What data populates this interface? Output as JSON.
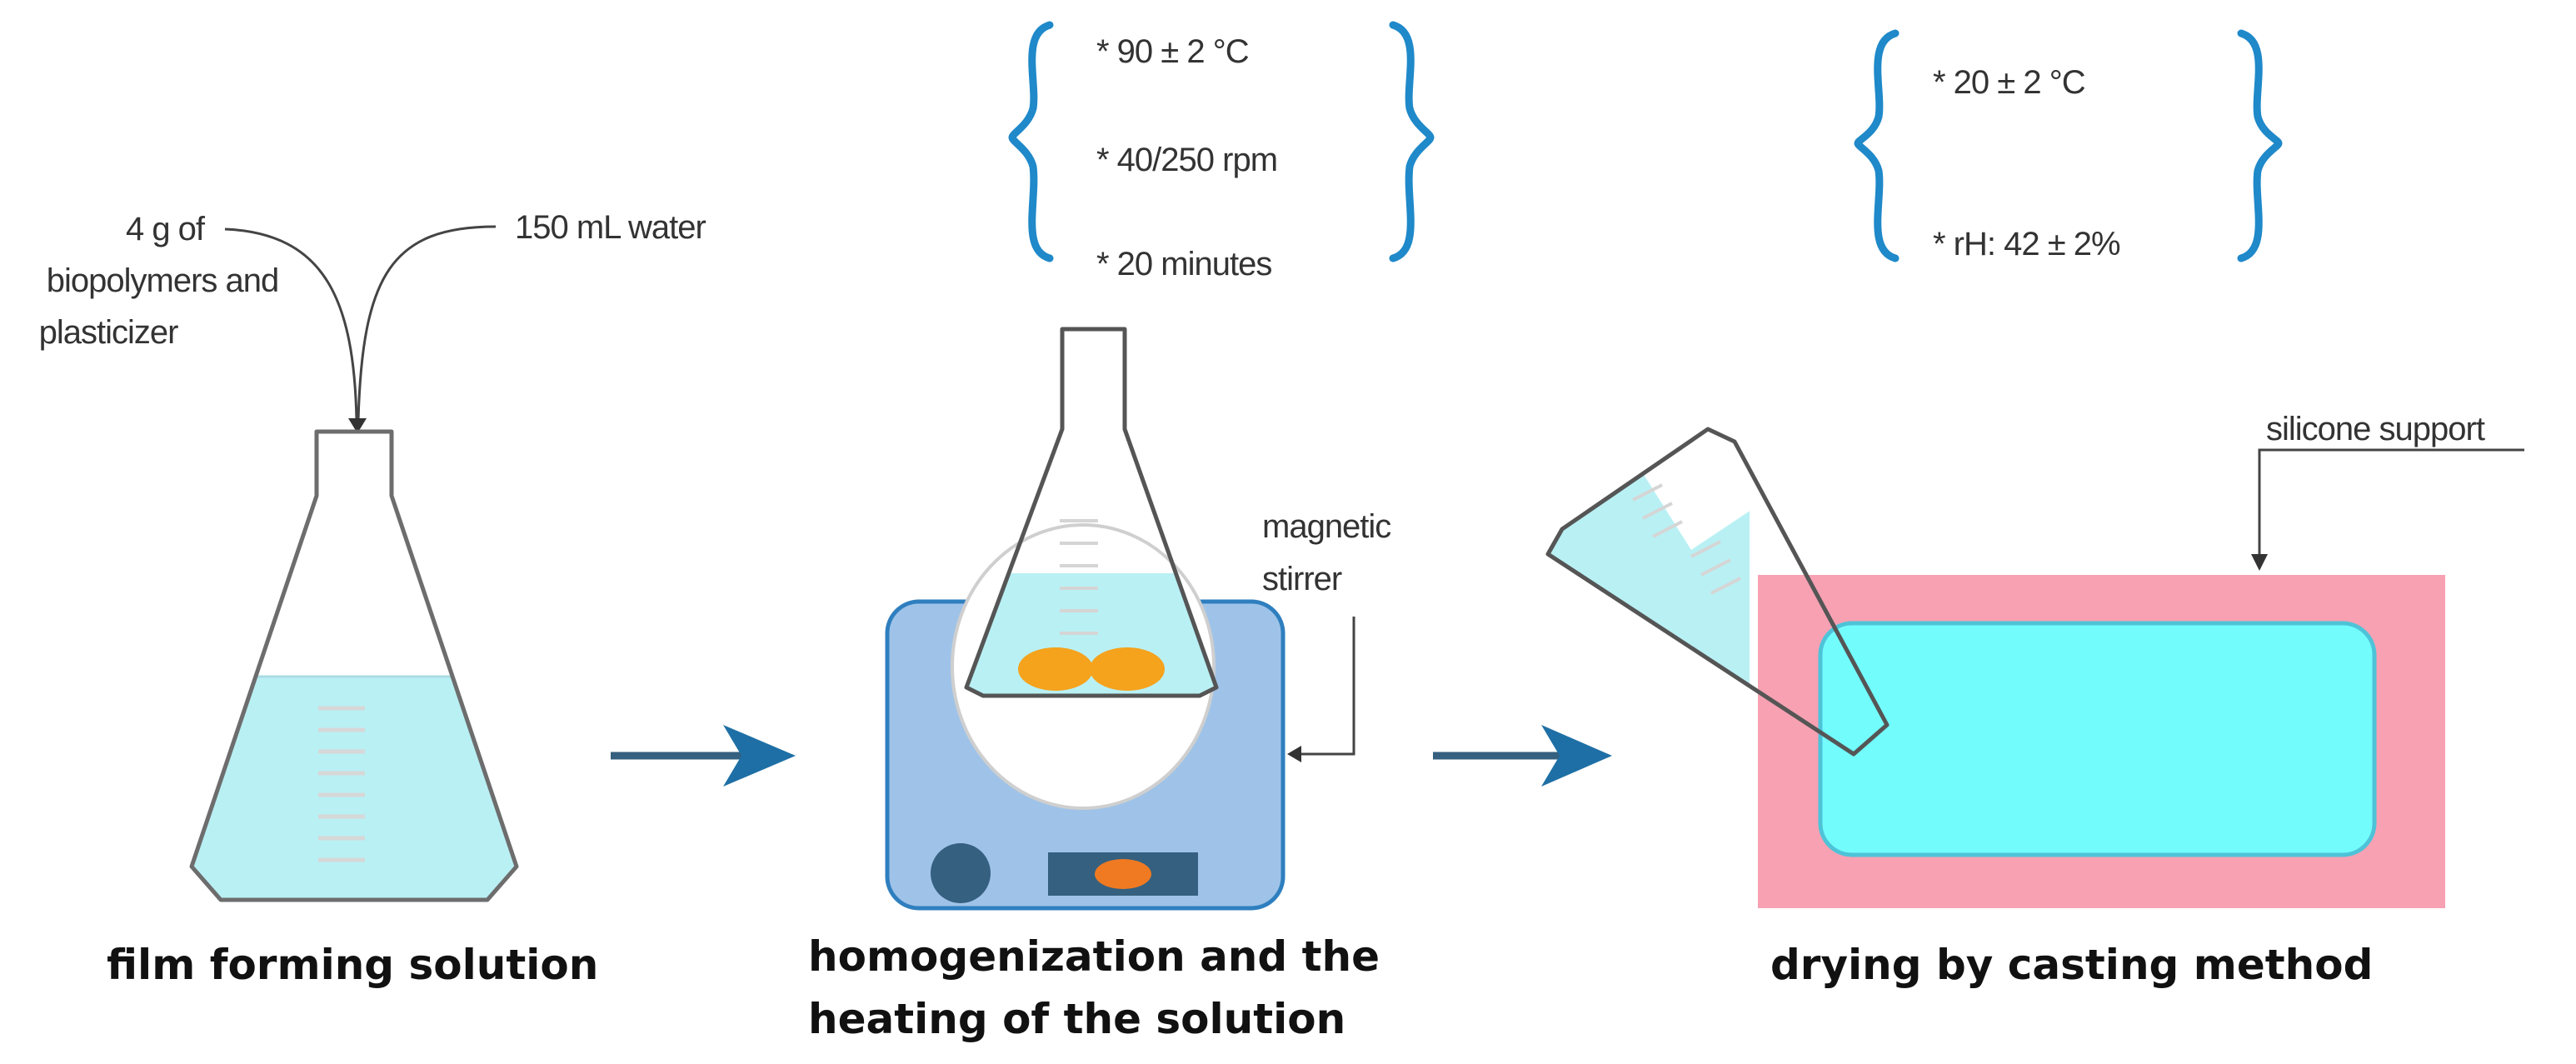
{
  "stage1": {
    "inputs": {
      "left_line1": "4 g of",
      "left_line2": "biopolymers and",
      "left_line3": "plasticizer",
      "right": "150 mL water"
    },
    "caption": "film forming solution"
  },
  "stage2": {
    "conditions": [
      "* 90 ± 2 °C",
      "* 40/250 rpm",
      "* 20 minutes"
    ],
    "stirrer_label_line1": "magnetic",
    "stirrer_label_line2": "stirrer",
    "caption_line1": "homogenization and the",
    "caption_line2": "heating of the solution"
  },
  "stage3": {
    "conditions": [
      "* 20 ± 2 °C",
      "* rH: 42 ± 2%"
    ],
    "support_label": "silicone support",
    "caption": "drying by casting method"
  },
  "colors": {
    "liquid": "#b9f0f4",
    "cast_film": "#73fcfc",
    "silicone": "#f7a1b3",
    "stirrer_body": "#9fc3e8",
    "stirrer_dark": "#35607f",
    "stir_bars": "#f5a21d",
    "knob_accent": "#f07a22",
    "arrow": "#1e6fa5",
    "brace": "#1f89c9"
  }
}
